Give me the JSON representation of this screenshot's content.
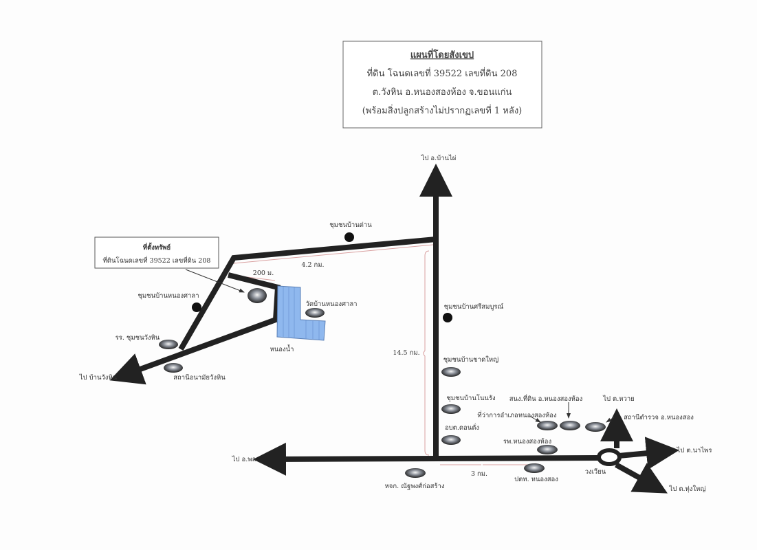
{
  "title_box": {
    "heading": "แผนที่โดยสังเขป",
    "line1": "ที่ดิน โฉนดเลขที่ 39522 เลขที่ดิน 208",
    "line2": "ต.วังหิน อ.หนองสองห้อง จ.ขอนแก่น",
    "line3": "(พร้อมสิ่งปลูกสร้างไม่ปรากฏเลขที่ 1 หลัง)"
  },
  "property_box": {
    "heading": "ที่ตั้งทรัพย์",
    "detail": "ที่ดินโฉนดเลขที่ 39522 เลขที่ดิน 208"
  },
  "directions": {
    "north": "ไป อ.บ้านไผ่",
    "west_bottom": "ไป อ.พล",
    "southwest": "ไป บ้านวังหิน",
    "to_huai": "ไป ต.หวาย",
    "to_naphai": "ไป ต.นาไพร",
    "to_southeast": "ไป ต.ทุ่งใหญ่"
  },
  "distances": {
    "d200": "200 ม.",
    "d4_2": "4.2 กม.",
    "d14_5": "14.5 กม.",
    "d3": "3 กม."
  },
  "places": {
    "ban_dan": "ชุมชนบ้านด่าน",
    "nong_sala": "ชุมชนบ้านหนองศาลา",
    "wat_nong_sala": "วัดบ้านหนองศาลา",
    "pond": "หนองน้ำ",
    "school": "รร. ชุมชนวังหิน",
    "health_station": "สถานีอนามัยวังหิน",
    "si_somboon": "ชุมชนบ้านศรีสมบูรณ์",
    "khat_yai": "ชุมชนบ้านขาดใหญ่",
    "non_rang": "ชุมชนบ้านโนนรัง",
    "obt": "อบต.ดอนดั่ง",
    "land_office": "สนง.ที่ดิน อ.หนองสองห้อง",
    "district_office": "ที่ว่าการอำเภอหนองสองห้อง",
    "police": "สถานีตำรวจ อ.หนองสอง",
    "hospital": "รพ.หนองสองห้อง",
    "roundabout": "วงเวียน",
    "ptt": "ปตท. หนองสอง",
    "contractor": "หจก. ณัฐพงศ์ก่อสร้าง"
  },
  "colors": {
    "road": "#222222",
    "lot": "#8fb8ee",
    "dimension": "#d9a0a0"
  }
}
